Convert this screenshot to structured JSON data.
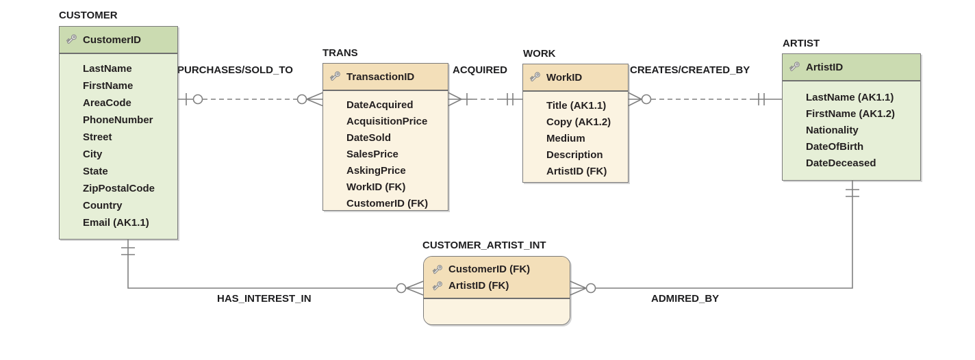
{
  "entities": {
    "customer": {
      "title": "CUSTOMER",
      "primary_key": "CustomerID",
      "attributes": [
        "LastName",
        "FirstName",
        "AreaCode",
        "PhoneNumber",
        "Street",
        "City",
        "State",
        "ZipPostalCode",
        "Country",
        "Email (AK1.1)"
      ]
    },
    "trans": {
      "title": "TRANS",
      "primary_key": "TransactionID",
      "attributes": [
        "DateAcquired",
        "AcquisitionPrice",
        "DateSold",
        "SalesPrice",
        "AskingPrice",
        "WorkID (FK)",
        "CustomerID (FK)"
      ]
    },
    "work": {
      "title": "WORK",
      "primary_key": "WorkID",
      "attributes": [
        "Title (AK1.1)",
        "Copy (AK1.2)",
        "Medium",
        "Description",
        "ArtistID (FK)"
      ]
    },
    "artist": {
      "title": "ARTIST",
      "primary_key": "ArtistID",
      "attributes": [
        "LastName (AK1.1)",
        "FirstName (AK1.2)",
        "Nationality",
        "DateOfBirth",
        "DateDeceased"
      ]
    },
    "customer_artist_int": {
      "title": "CUSTOMER_ARTIST_INT",
      "primary_keys": [
        "CustomerID (FK)",
        "ArtistID (FK)"
      ]
    }
  },
  "relationships": {
    "purchases_sold_to": {
      "label": "PURCHASES/SOLD_TO",
      "from": "CUSTOMER",
      "to": "TRANS",
      "line_style": "dashed",
      "from_cardinality": "zero-or-one",
      "to_cardinality": "zero-or-many"
    },
    "acquired": {
      "label": "ACQUIRED",
      "from": "TRANS",
      "to": "WORK",
      "line_style": "dashed",
      "from_cardinality": "one-or-many",
      "to_cardinality": "exactly-one"
    },
    "creates_created_by": {
      "label": "CREATES/CREATED_BY",
      "from": "WORK",
      "to": "ARTIST",
      "line_style": "dashed",
      "from_cardinality": "zero-or-many",
      "to_cardinality": "exactly-one"
    },
    "has_interest_in": {
      "label": "HAS_INTEREST_IN",
      "from": "CUSTOMER",
      "to": "CUSTOMER_ARTIST_INT",
      "line_style": "solid",
      "from_cardinality": "exactly-one",
      "to_cardinality": "zero-or-many"
    },
    "admired_by": {
      "label": "ADMIRED_BY",
      "from": "ARTIST",
      "to": "CUSTOMER_ARTIST_INT",
      "line_style": "solid",
      "from_cardinality": "exactly-one",
      "to_cardinality": "zero-or-many"
    }
  },
  "colors": {
    "entity_green_header": "#cbdbb1",
    "entity_green_body": "#e6efd7",
    "entity_tan_header": "#f3dfb9",
    "entity_tan_body": "#fbf3e1",
    "entity_border": "#7a7a7a",
    "relationship_line": "#7f7f7f",
    "text": "#231f20",
    "background": "#ffffff"
  }
}
